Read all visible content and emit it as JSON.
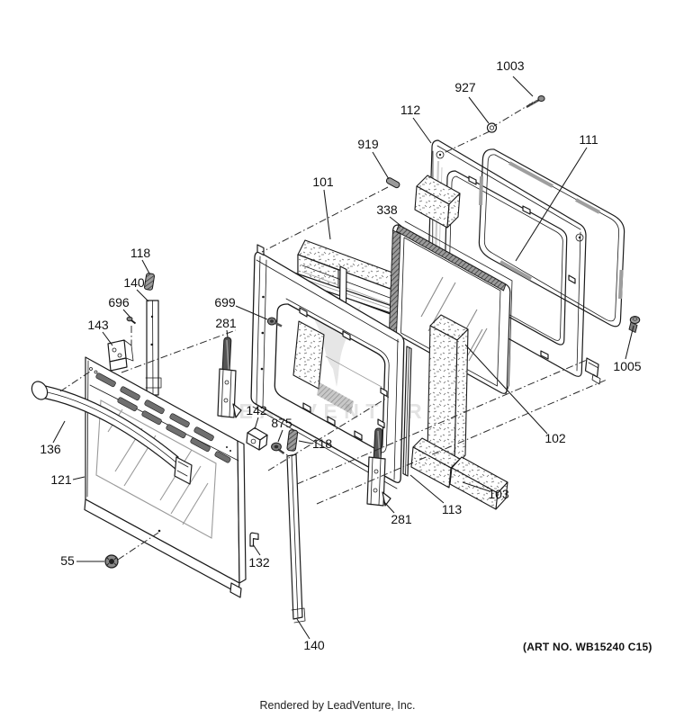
{
  "diagram": {
    "title_hidden": "",
    "art_no": "(ART NO. WB15240 C15)",
    "footer": "Rendered by LeadVenture, Inc.",
    "watermark": "LEADVENTURE",
    "line_color": "#1a1a1a",
    "watermark_color": "#e3e3e3",
    "callouts": [
      {
        "text": "1003"
      },
      {
        "text": "927"
      },
      {
        "text": "112"
      },
      {
        "text": "919"
      },
      {
        "text": "111"
      },
      {
        "text": "101"
      },
      {
        "text": "338"
      },
      {
        "text": "118"
      },
      {
        "text": "140"
      },
      {
        "text": "696"
      },
      {
        "text": "143"
      },
      {
        "text": "699"
      },
      {
        "text": "281"
      },
      {
        "text": "136"
      },
      {
        "text": "121"
      },
      {
        "text": "142"
      },
      {
        "text": "875"
      },
      {
        "text": "118"
      },
      {
        "text": "55"
      },
      {
        "text": "132"
      },
      {
        "text": "281"
      },
      {
        "text": "113"
      },
      {
        "text": "103"
      },
      {
        "text": "102"
      },
      {
        "text": "1005"
      },
      {
        "text": "140"
      }
    ]
  }
}
